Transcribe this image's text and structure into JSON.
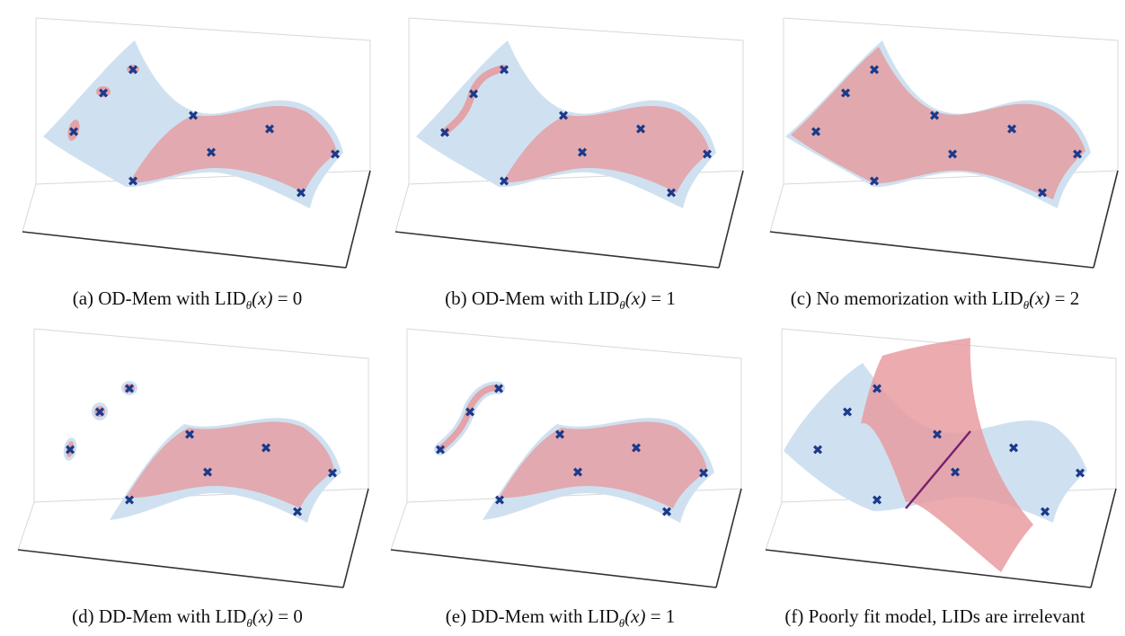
{
  "figure": {
    "panels": [
      {
        "id": "a",
        "caption_prefix": "(a) OD-Mem with LID",
        "caption_sub": "θ",
        "caption_arg": "(x)",
        "caption_value": "= 0"
      },
      {
        "id": "b",
        "caption_prefix": "(b) OD-Mem with LID",
        "caption_sub": "θ",
        "caption_arg": "(x)",
        "caption_value": "= 1"
      },
      {
        "id": "c",
        "caption_prefix": "(c) No memorization with LID",
        "caption_sub": "θ",
        "caption_arg": "(x)",
        "caption_value": "= 2"
      },
      {
        "id": "d",
        "caption_prefix": "(d) DD-Mem with LID",
        "caption_sub": "θ",
        "caption_arg": "(x)",
        "caption_value": "= 0"
      },
      {
        "id": "e",
        "caption_prefix": "(e) DD-Mem with LID",
        "caption_sub": "θ",
        "caption_arg": "(x)",
        "caption_value": "= 1"
      },
      {
        "id": "f",
        "caption_prefix": "(f) Poorly fit model, LIDs are irrelevant",
        "caption_sub": "",
        "caption_arg": "",
        "caption_value": ""
      }
    ],
    "colors": {
      "data_manifold": "#cfe1f0",
      "model_manifold": "#e3a3a8",
      "points": "#1b3a8a",
      "intersection": "#7a1f6e",
      "axes": "#333333",
      "grid": "#d8d8d8"
    }
  }
}
